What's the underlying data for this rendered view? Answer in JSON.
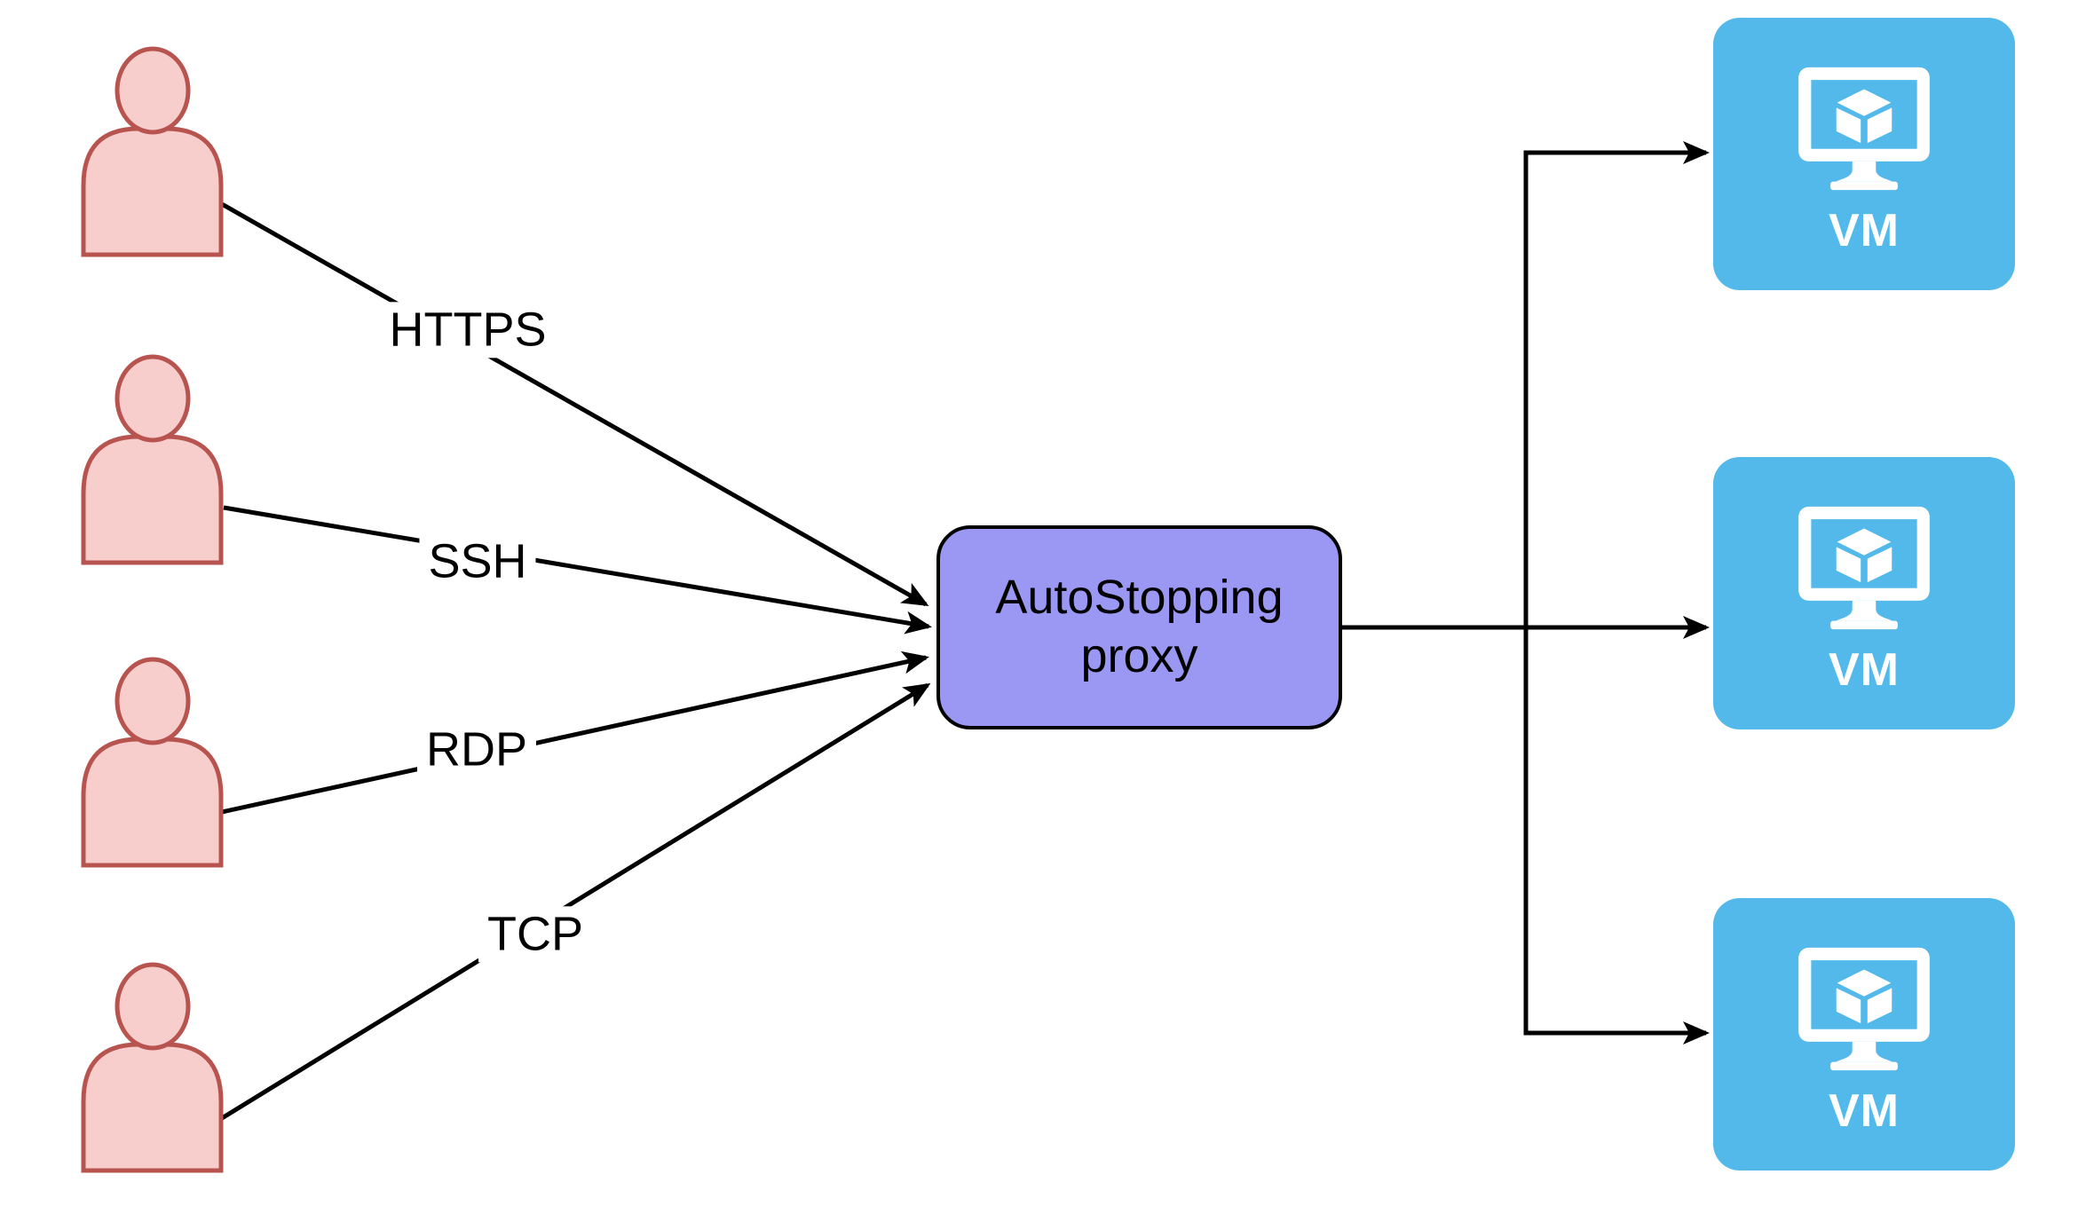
{
  "proxy": {
    "label": "AutoStopping proxy"
  },
  "connections": [
    {
      "protocol": "HTTPS"
    },
    {
      "protocol": "SSH"
    },
    {
      "protocol": "RDP"
    },
    {
      "protocol": "TCP"
    }
  ],
  "users": [
    {
      "icon": "person-silhouette"
    },
    {
      "icon": "person-silhouette"
    },
    {
      "icon": "person-silhouette"
    },
    {
      "icon": "person-silhouette"
    }
  ],
  "vm_nodes": [
    {
      "label": "VM",
      "icon": "monitor-with-cube"
    },
    {
      "label": "VM",
      "icon": "monitor-with-cube"
    },
    {
      "label": "VM",
      "icon": "monitor-with-cube"
    }
  ],
  "colors": {
    "user_fill": "#F8CECC",
    "user_stroke": "#B85450",
    "proxy_fill": "#9A98F2",
    "proxy_stroke": "#000000",
    "vm_fill": "#53B9EA",
    "vm_icon": "#FFFFFF",
    "connector": "#000000",
    "label_background": "#FFFFFF"
  }
}
